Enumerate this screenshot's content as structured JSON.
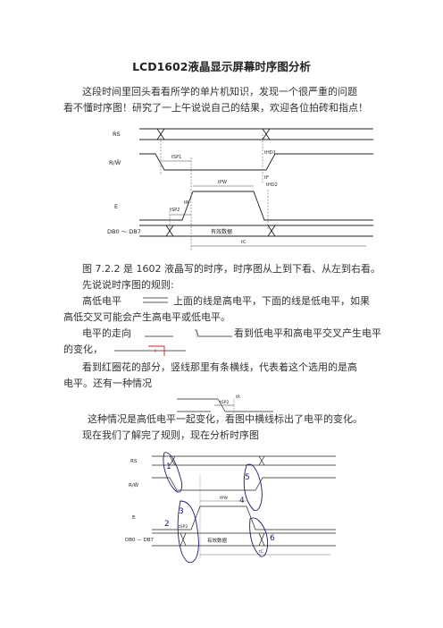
{
  "doc": {
    "title": "LCD1602液晶显示屏幕时序图分析",
    "intro_line1": "这段时间里回头看看所学的单片机知识，发现一个很严重的问题",
    "intro_line2": "看不懂时序图！研究了一上午说说自己的结果，欢迎各位拍砖和指点！",
    "fig_caption_line": "图 7.2.2 是 1602 液晶写的时序，时序图从上到下看、从左到右看。",
    "rules_heading": "先说说时序图的规则:",
    "rule1_prefix": "高低电平",
    "rule1_suffix": "上面的线是高电平，下面的线是低电平，如果",
    "rule1_line2": "高低交叉可能会产生高电平或低电平。",
    "rule2_prefix": "电平的走向",
    "rule2_suffix": "看到低电平和高电平交叉产生电平",
    "rule2_line2": "的变化，",
    "rule3_line1": "看到红圈花的部分，竖线那里有条横线，代表着这个选用的是高",
    "rule3_line2": "电平。还有一种情况",
    "rule4": "这种情况是高低电平一起变化，看图中横线标出了电平的变化。",
    "rule5": "现在我们了解完了规则，现在分析时序图"
  },
  "diagram1": {
    "signals": [
      "RS",
      "R/W̄",
      "E",
      "DB0 ～ DB7"
    ],
    "timing_labels": [
      "tSP1",
      "tHD1",
      "tPW",
      "tHD2",
      "tF",
      "tR",
      "tSP2"
    ],
    "data_label": "有效数据",
    "period_label": "tC"
  },
  "small_fig": {
    "labels": [
      "tSP2",
      "tR"
    ]
  },
  "diagram2": {
    "signals": [
      "RS",
      "R/W̄",
      "E",
      "DB0 — DB7"
    ],
    "timing_labels": [
      "tPW",
      "tSP2",
      "tC"
    ],
    "data_label": "有效数据",
    "annotations": [
      "1",
      "2",
      "3",
      "4",
      "5",
      "6"
    ]
  },
  "colors": {
    "text": "#333333",
    "line": "#222222",
    "red_mark": "#d22222",
    "annotation": "#1a1a6e"
  }
}
